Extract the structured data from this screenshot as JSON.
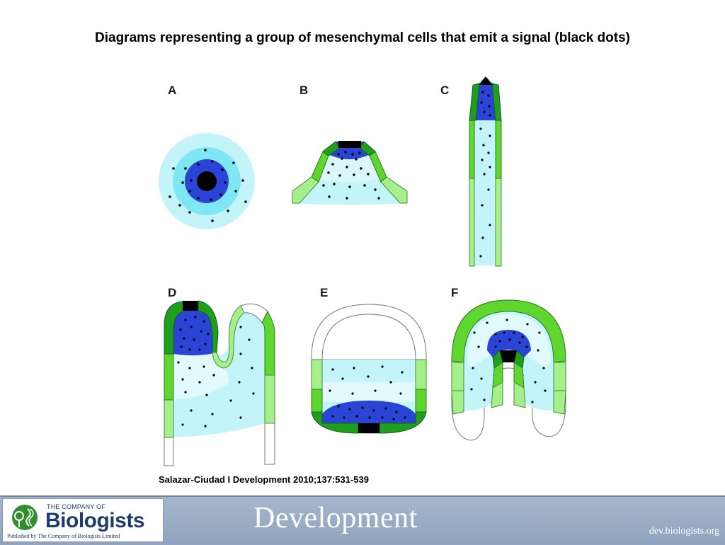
{
  "title": "Diagrams representing a group of mesenchymal cells that emit a signal (black dots)",
  "panels": [
    {
      "letter": "A"
    },
    {
      "letter": "B"
    },
    {
      "letter": "C"
    },
    {
      "letter": "D"
    },
    {
      "letter": "E"
    },
    {
      "letter": "F"
    }
  ],
  "citation": "Salazar-Ciudad I Development 2010;137:531-539",
  "footer": {
    "publisher_line1": "THE COMPANY OF",
    "publisher_line2": "Biologists",
    "publisher_line3": "Published by The Company of Biologists Limited",
    "journal": "Development",
    "url": "dev.biologists.org"
  },
  "colors": {
    "signal_center": "#000000",
    "high_signal": "#2a44d6",
    "mid_signal": "#7fe6f3",
    "low_signal": "#c3f4fa",
    "epithelium_dark": "#1f9e1f",
    "epithelium_mid": "#5fd62f",
    "epithelium_light": "#a5f08a",
    "epithelium_none": "#ffffff",
    "footer_bar": "#98abc3",
    "brand_text": "#1f3c6b"
  }
}
